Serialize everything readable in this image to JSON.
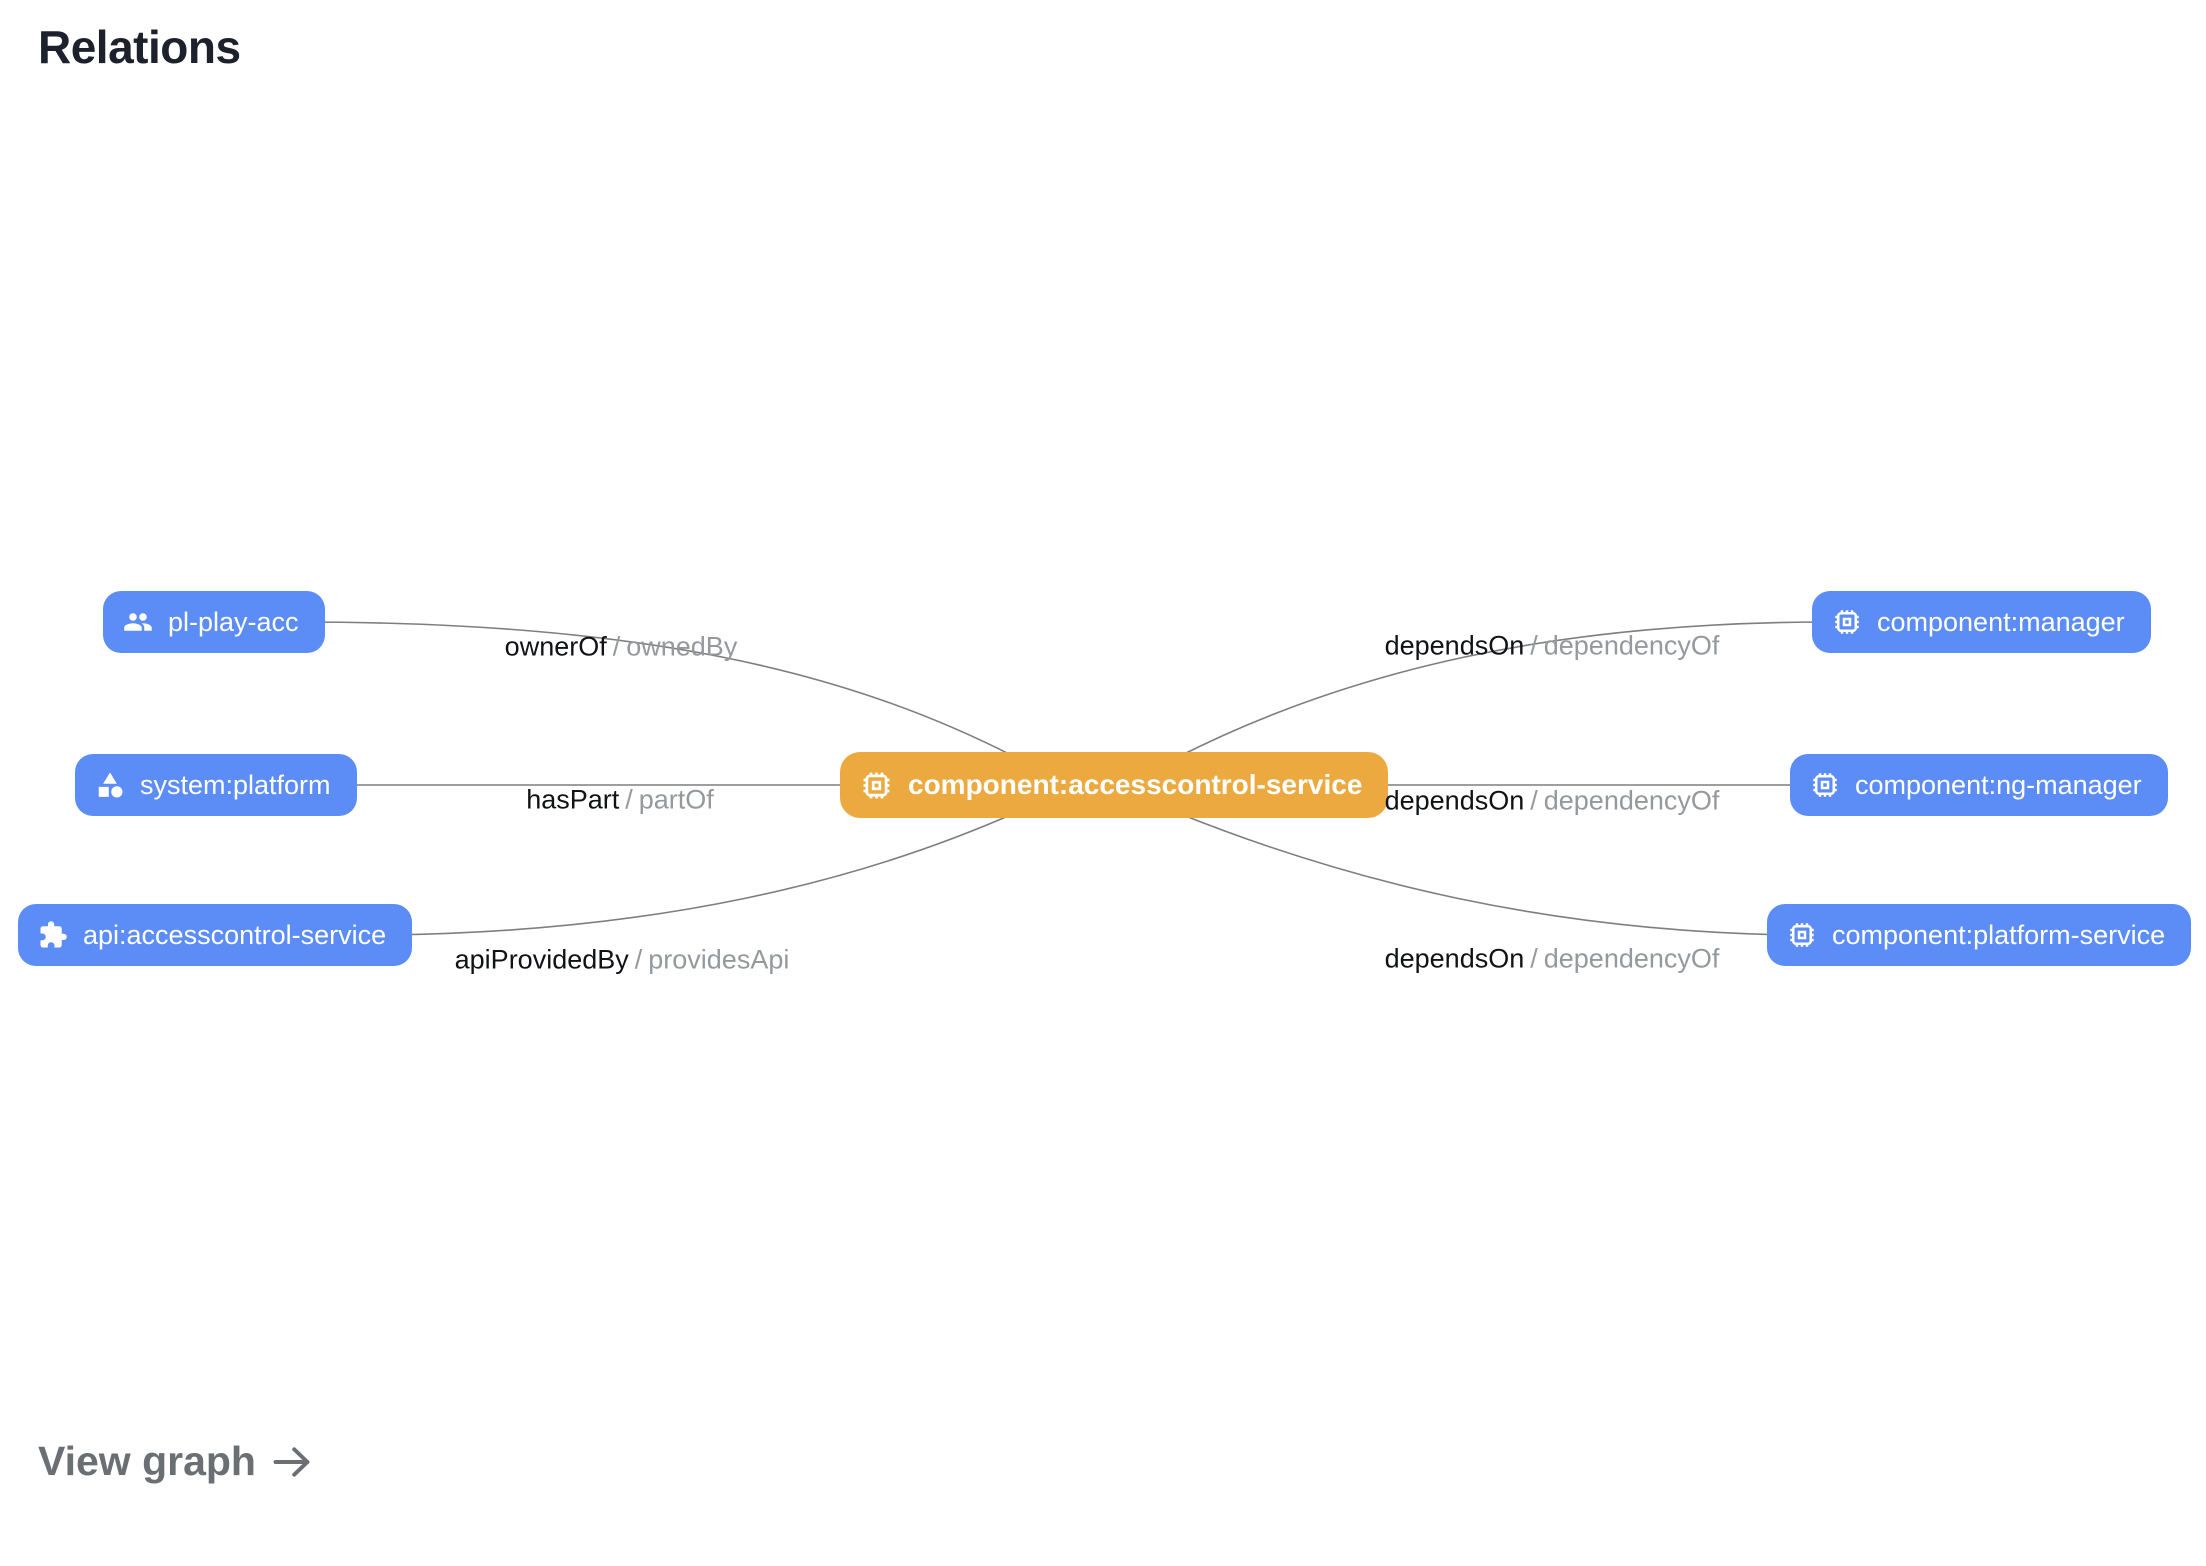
{
  "page": {
    "title": "Relations"
  },
  "footer": {
    "view_graph_label": "View graph",
    "arrow_icon": "arrow-right-icon"
  },
  "colors": {
    "node_blue": "#5C8DF6",
    "node_orange": "#ECA93F",
    "edge_gray": "#7E7E7E",
    "label_primary": "#101215",
    "label_secondary": "#95999E",
    "title_text": "#1C212B",
    "view_graph_text": "#6B6F74"
  },
  "graph": {
    "center_node": {
      "label": "component:accesscontrol-service",
      "icon": "chip-icon",
      "color": "orange"
    },
    "left_nodes": [
      {
        "label": "pl-play-acc",
        "icon": "group-icon",
        "color": "blue"
      },
      {
        "label": "system:platform",
        "icon": "category-icon",
        "color": "blue"
      },
      {
        "label": "api:accesscontrol-service",
        "icon": "puzzle-icon",
        "color": "blue"
      }
    ],
    "right_nodes": [
      {
        "label": "component:manager",
        "icon": "chip-icon",
        "color": "blue"
      },
      {
        "label": "component:ng-manager",
        "icon": "chip-icon",
        "color": "blue"
      },
      {
        "label": "component:platform-service",
        "icon": "chip-icon",
        "color": "blue"
      }
    ],
    "edge_labels": [
      {
        "primary": "ownerOf",
        "sep": "/",
        "secondary": "ownedBy"
      },
      {
        "primary": "hasPart",
        "sep": "/",
        "secondary": "partOf"
      },
      {
        "primary": "apiProvidedBy",
        "sep": "/",
        "secondary": "providesApi"
      },
      {
        "primary": "dependsOn",
        "sep": "/",
        "secondary": "dependencyOf"
      },
      {
        "primary": "dependsOn",
        "sep": "/",
        "secondary": "dependencyOf"
      },
      {
        "primary": "dependsOn",
        "sep": "/",
        "secondary": "dependencyOf"
      }
    ]
  }
}
